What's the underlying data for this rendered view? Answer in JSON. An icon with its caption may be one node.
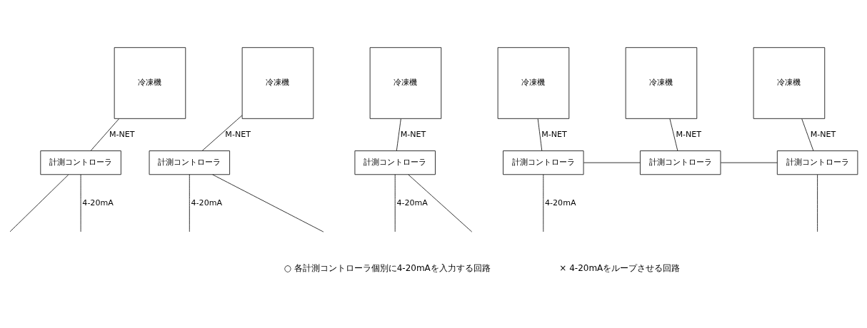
{
  "diagram": {
    "nodes": [
      {
        "text": [
          "冷凍機"
        ]
      },
      {
        "text": [
          "冷凍機"
        ]
      },
      {
        "text": [
          "冷凍機"
        ]
      },
      {
        "text": [
          "冷凍機"
        ]
      },
      {
        "text": [
          "冷凍機"
        ]
      },
      {
        "text": [
          "冷凍機"
        ]
      },
      {
        "text": [
          "計測コントローラ"
        ]
      },
      {
        "text": [
          "計測コントローラ"
        ]
      },
      {
        "text": [
          "計測コントローラ"
        ]
      },
      {
        "text": [
          "計測コントローラ"
        ]
      },
      {
        "text": [
          "計測コントローラ"
        ]
      },
      {
        "text": [
          "計測コントローラ"
        ]
      }
    ],
    "edges": [
      {
        "from": 0,
        "to": 6,
        "arrow": "none",
        "label": "M-NET"
      },
      {
        "from": 1,
        "to": 7,
        "arrow": "none",
        "label": "M-NET"
      },
      {
        "from": 2,
        "to": 8,
        "arrow": "none",
        "label": "M-NET"
      },
      {
        "from": 3,
        "to": 9,
        "arrow": "none",
        "label": "M-NET"
      },
      {
        "from": 4,
        "to": 10,
        "arrow": "none",
        "label": "M-NET"
      },
      {
        "from": 5,
        "to": 11,
        "arrow": "none",
        "label": "M-NET"
      },
      {
        "from": 6,
        "to": null,
        "arrow": "none"
      },
      {
        "from": 6,
        "to": null,
        "arrow": "none",
        "label": "4-20mA"
      },
      {
        "from": 7,
        "to": null,
        "arrow": "none"
      },
      {
        "from": 7,
        "to": null,
        "arrow": "none",
        "label": "4-20mA"
      },
      {
        "from": 8,
        "to": null,
        "arrow": "none"
      },
      {
        "from": 8,
        "to": null,
        "arrow": "none",
        "label": "4-20mA"
      },
      {
        "from": 9,
        "to": null,
        "arrow": "none",
        "label": "4-20mA"
      },
      {
        "from": 9,
        "to": 10,
        "arrow": "none"
      },
      {
        "from": 10,
        "to": 11,
        "arrow": "none"
      },
      {
        "from": 11,
        "to": null,
        "arrow": "none"
      }
    ],
    "labels": [
      "○ 各計測コントローラ個別に4-20mAを入力する回路",
      "× 4-20mAをループさせる回路"
    ]
  }
}
